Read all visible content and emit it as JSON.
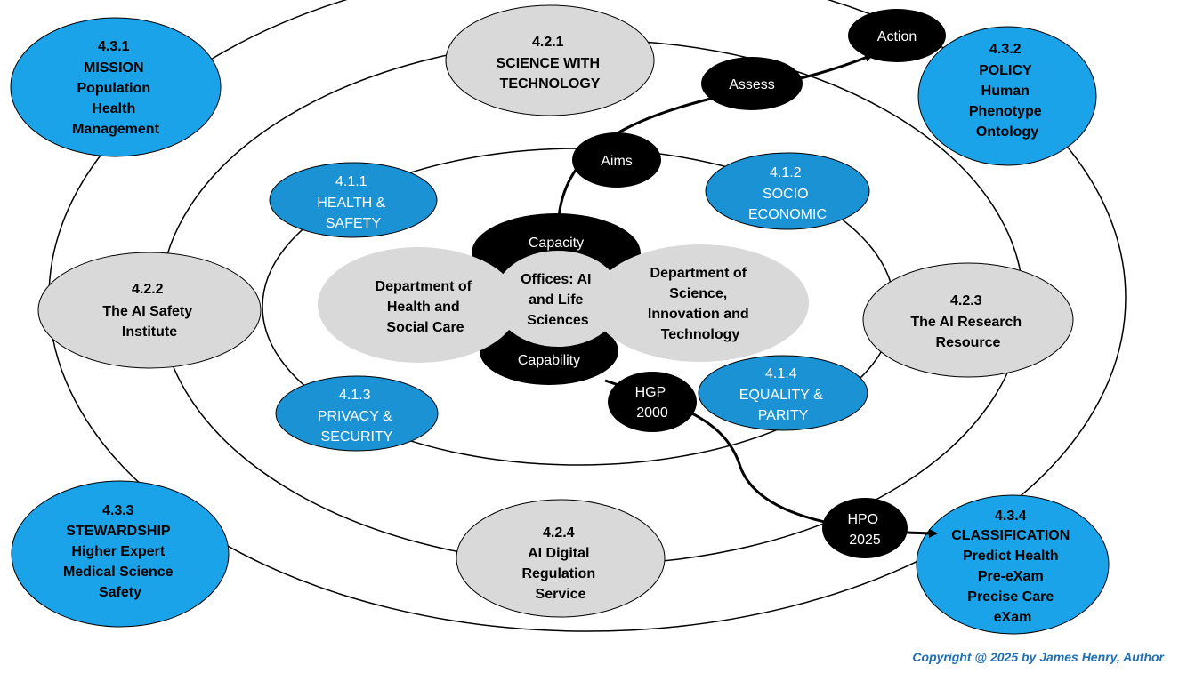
{
  "colors": {
    "outer_blue": "#1aa3e8",
    "inner_blue": "#1a92d4",
    "gray": "#d9d9d9",
    "black": "#000000",
    "copyright": "#1f6fb5"
  },
  "outer": {
    "n431": {
      "num": "4.3.1",
      "l1": "MISSION",
      "l2": "Population",
      "l3": "Health",
      "l4": "Management"
    },
    "n432": {
      "num": "4.3.2",
      "l1": "POLICY",
      "l2": "Human",
      "l3": "Phenotype",
      "l4": "Ontology"
    },
    "n433": {
      "num": "4.3.3",
      "l1": "STEWARDSHIP",
      "l2": "Higher Expert",
      "l3": "Medical Science",
      "l4": "Safety"
    },
    "n434": {
      "num": "4.3.4",
      "l1": "CLASSIFICATION",
      "l2": "Predict Health",
      "l3": "Pre-eXam",
      "l4": "Precise Care",
      "l5": "eXam"
    }
  },
  "middle": {
    "n421": {
      "num": "4.2.1",
      "l1": "SCIENCE WITH",
      "l2": "TECHNOLOGY"
    },
    "n422": {
      "num": "4.2.2",
      "l1": "The AI Safety",
      "l2": "Institute"
    },
    "n423": {
      "num": "4.2.3",
      "l1": "The AI Research",
      "l2": "Resource"
    },
    "n424": {
      "num": "4.2.4",
      "l1": "AI Digital",
      "l2": "Regulation",
      "l3": "Service"
    }
  },
  "inner": {
    "n411": {
      "num": "4.1.1",
      "l1": "HEALTH &",
      "l2": "SAFETY"
    },
    "n412": {
      "num": "4.1.2",
      "l1": "SOCIO",
      "l2": "ECONOMIC"
    },
    "n413": {
      "num": "4.1.3",
      "l1": "PRIVACY &",
      "l2": "SECURITY"
    },
    "n414": {
      "num": "4.1.4",
      "l1": "EQUALITY &",
      "l2": "PARITY"
    }
  },
  "core": {
    "capacity": "Capacity",
    "capability": "Capability",
    "dhsc": {
      "l1": "Department of",
      "l2": "Health and",
      "l3": "Social Care"
    },
    "offices": {
      "l1": "Offices: AI",
      "l2": "and  Life",
      "l3": "Sciences"
    },
    "dsit": {
      "l1": "Department of",
      "l2": "Science,",
      "l3": "Innovation and",
      "l4": "Technology"
    }
  },
  "path": {
    "aims": "Aims",
    "assess": "Assess",
    "action": "Action",
    "hgp": {
      "l1": "HGP",
      "l2": "2000"
    },
    "hpo": {
      "l1": "HPO",
      "l2": "2025"
    }
  },
  "copyright": "Copyright @ 2025 by James Henry, Author"
}
